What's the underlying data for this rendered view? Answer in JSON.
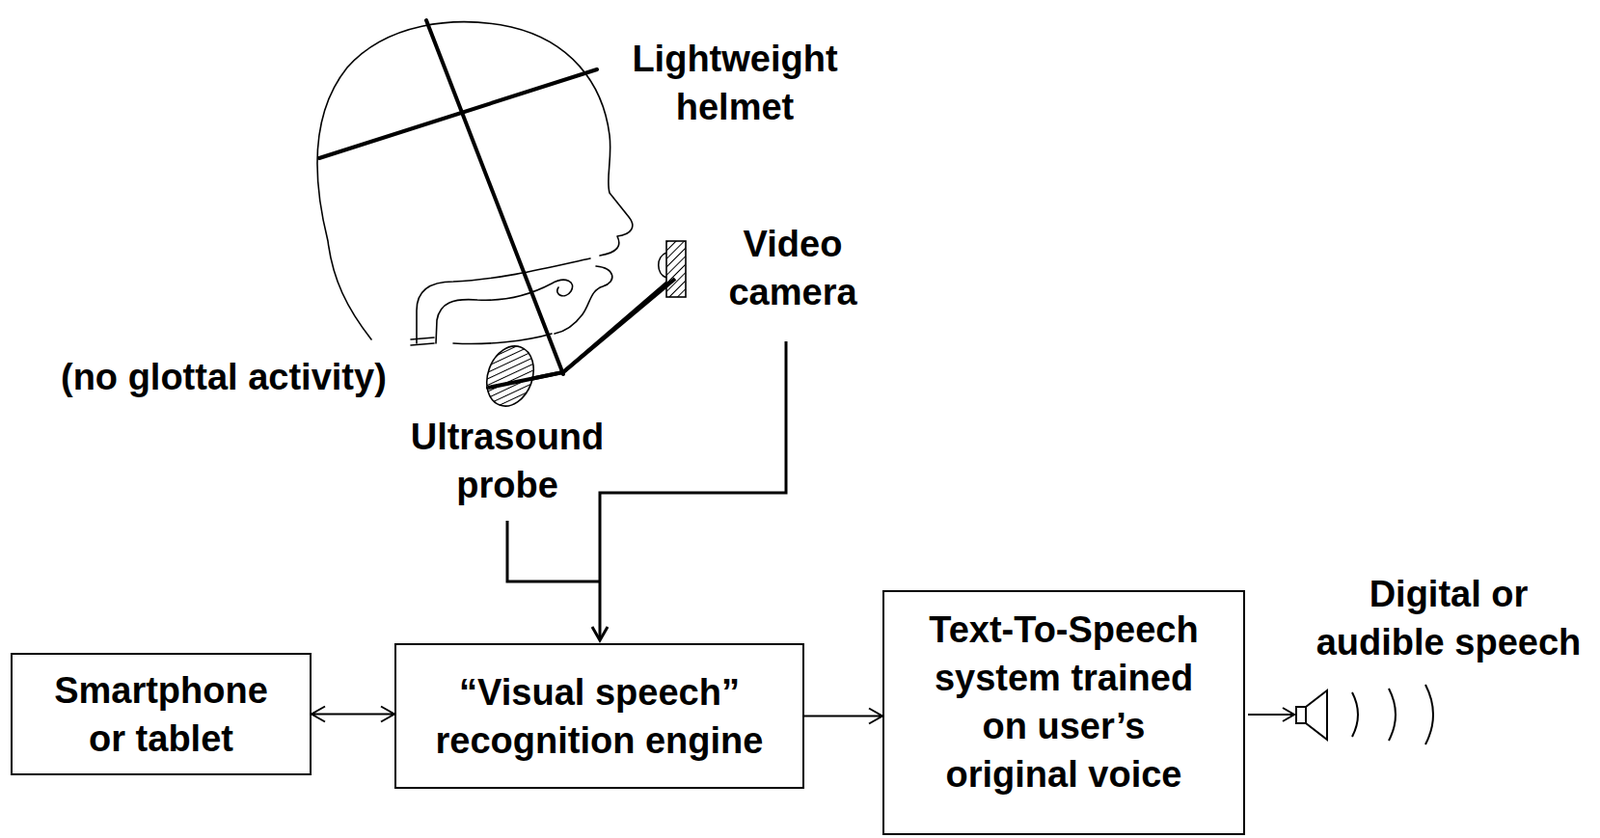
{
  "diagram": {
    "nodes": [
      {
        "text": [
          "Smartphone or tablet"
        ]
      },
      {
        "text": [
          "“Visual speech” recognition engine"
        ]
      },
      {
        "text": [
          "Text-To-Speech system trained on user’s original voice"
        ]
      }
    ],
    "edges": [
      {
        "from": 0,
        "to": 1,
        "arrow": "both"
      },
      {
        "from": 1,
        "to": 2,
        "arrow": "to"
      }
    ],
    "labels": [
      "Lightweight helmet",
      "Video camera",
      "(no glottal activity)",
      "Ultrasound probe",
      "Digital or audible speech"
    ]
  }
}
